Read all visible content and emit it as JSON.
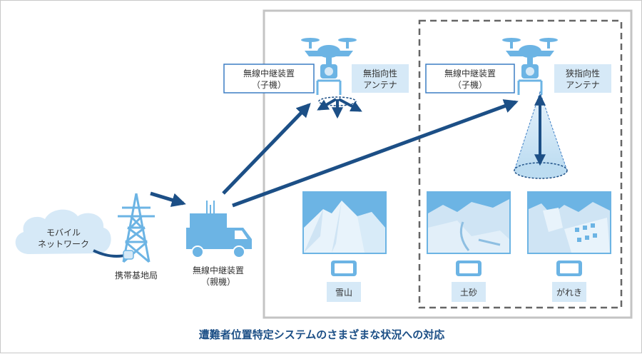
{
  "network": {
    "line1": "モバイル",
    "line2": "ネットワーク"
  },
  "base_station": {
    "label": "携帯基地局"
  },
  "parent_device": {
    "line1": "無線中継装置",
    "line2": "（親機）"
  },
  "drone_left": {
    "box_line1": "無線中継装置",
    "box_line2": "（子機）",
    "antenna_line1": "無指向性",
    "antenna_line2": "アンテナ"
  },
  "drone_right": {
    "box_line1": "無線中継装置",
    "box_line2": "（子機）",
    "antenna_line1": "狭指向性",
    "antenna_line2": "アンテナ"
  },
  "scenes": [
    {
      "label": "雪山"
    },
    {
      "label": "土砂"
    },
    {
      "label": "がれき"
    }
  ],
  "caption": "遭難者位置特定システムのさまざまな状況への対応",
  "colors": {
    "arrow": "#1c4f86",
    "light_blue": "#6cb4e4",
    "pale_blue": "#d6e9f7",
    "box_border": "#3c7dc4",
    "caption": "#1c4f86"
  }
}
